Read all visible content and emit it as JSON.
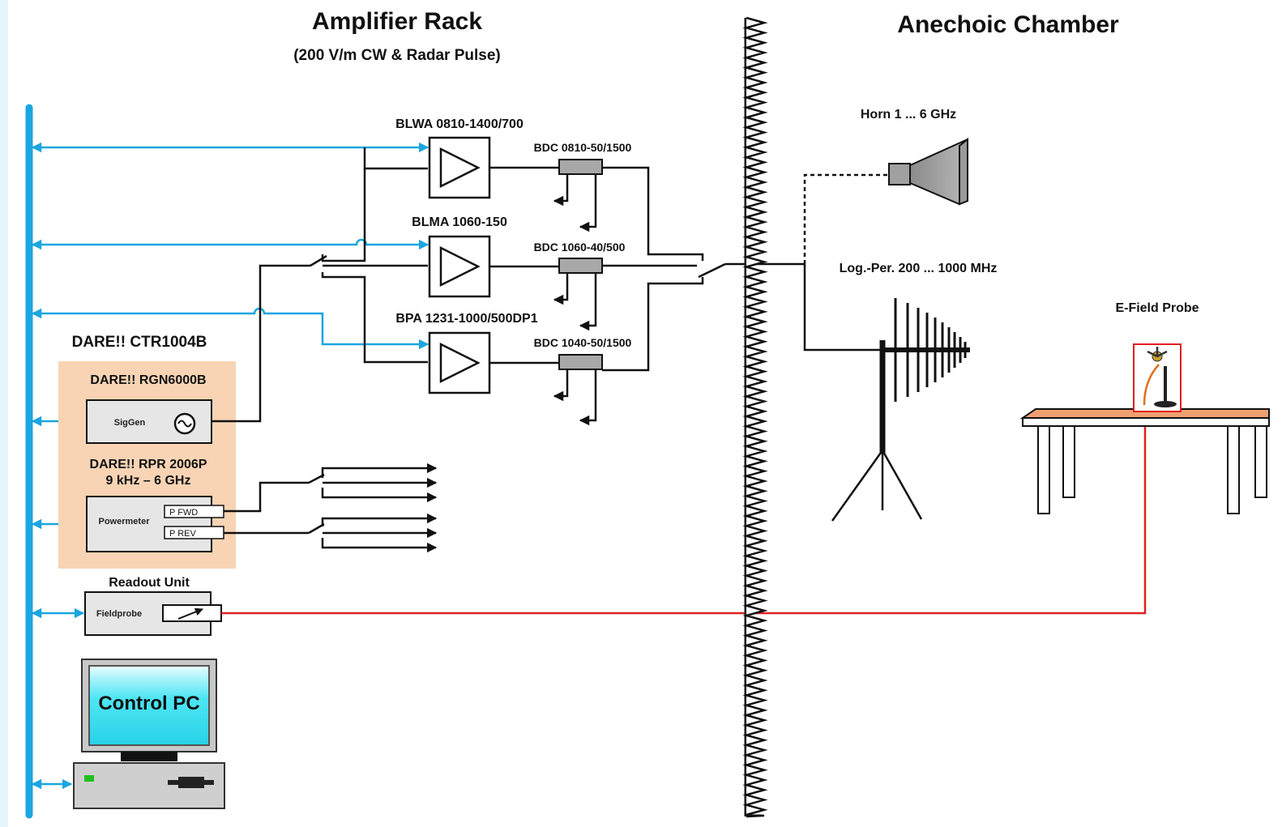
{
  "header": {
    "rack_title": "Amplifier Rack",
    "rack_subtitle": "(200 V/m CW & Radar Pulse)",
    "chamber_title": "Anechoic Chamber"
  },
  "amplifiers": [
    {
      "label": "BLWA 0810-1400/700"
    },
    {
      "label": "BLMA 1060-150"
    },
    {
      "label": "BPA 1231-1000/500DP1"
    }
  ],
  "couplers": [
    {
      "label": "BDC 0810-50/1500"
    },
    {
      "label": "BDC 1060-40/500"
    },
    {
      "label": "BDC 1040-50/1500"
    }
  ],
  "controller": {
    "label": "DARE!! CTR1004B",
    "siggen_title": "DARE!! RGN6000B",
    "siggen_box": "SigGen",
    "powermeter_title_1": "DARE!! RPR 2006P",
    "powermeter_title_2": "9 kHz – 6 GHz",
    "powermeter_box": "Powermeter",
    "port_fwd": "P FWD",
    "port_rev": "P REV"
  },
  "readout": {
    "title": "Readout Unit",
    "box": "Fieldprobe"
  },
  "pc": {
    "label": "Control PC"
  },
  "antennas": {
    "horn": "Horn 1 ... 6 GHz",
    "logper": "Log.-Per. 200 ... 1000 MHz",
    "probe": "E-Field Probe"
  },
  "colors": {
    "bus": "#1aa6e0",
    "probe_line": "#e02020",
    "controller_bg": "#f8d4b4",
    "table_top": "#f0a070",
    "pc_screen": "#3fe0f0"
  }
}
